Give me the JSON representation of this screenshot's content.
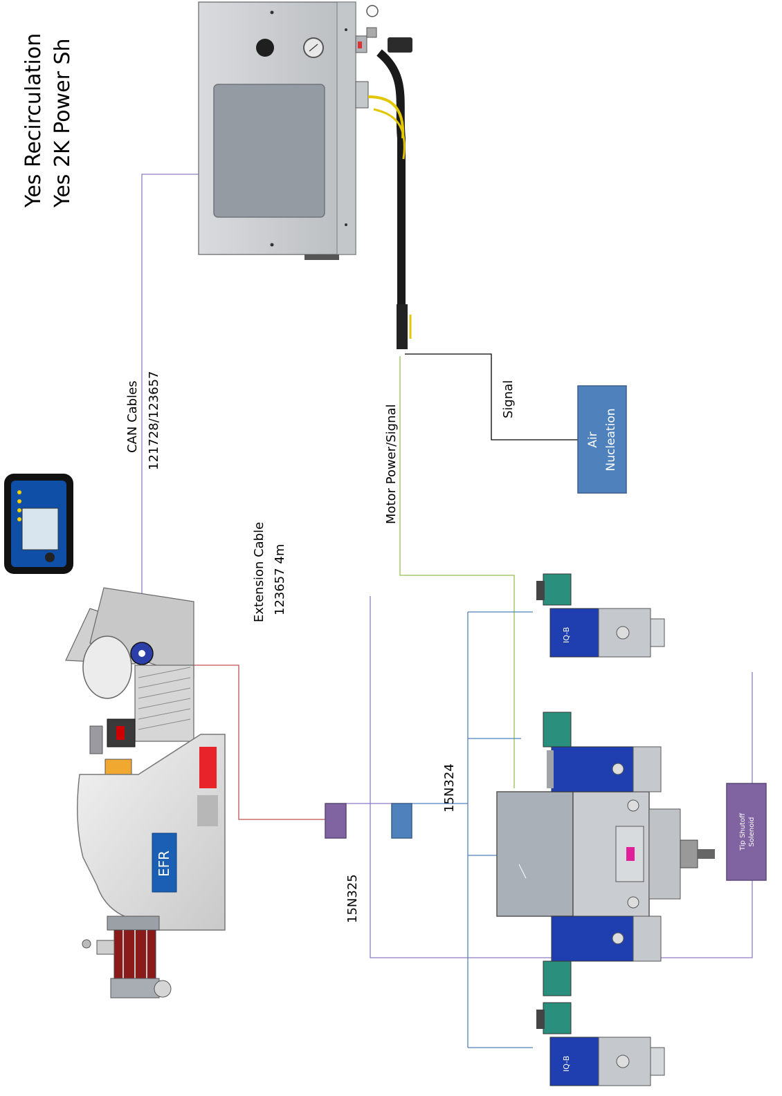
{
  "header": {
    "line1": "Yes Recirculation",
    "line2": "Yes 2K Power Sh"
  },
  "cables": {
    "can_label_1": "CAN Cables",
    "can_label_2": "121728/123657",
    "motor_label": "Motor Power/Signal",
    "signal_label": "Signal",
    "extension_label_1": "Extension Cable",
    "extension_label_2": "123657 4m",
    "part_15n324": "15N324",
    "part_15n325": "15N325"
  },
  "boxes": {
    "air_nucleation_1": "Air",
    "air_nucleation_2": "Nucleation",
    "tip_shutoff_1": "Tip Shutoff",
    "tip_shutoff_2": "Solenoid"
  },
  "equipment": {
    "efr_badge": "EFR",
    "iqb_badge": "IQ-B"
  },
  "colors": {
    "can_line": "#8e7cc3",
    "motor_line": "#92c050",
    "extension_line": "#c0504d",
    "signal_line": "#000000",
    "blue_line": "#4f81bd",
    "air_box": "#4f81bd",
    "tip_box": "#8064a2",
    "purple_box": "#8064a2"
  }
}
